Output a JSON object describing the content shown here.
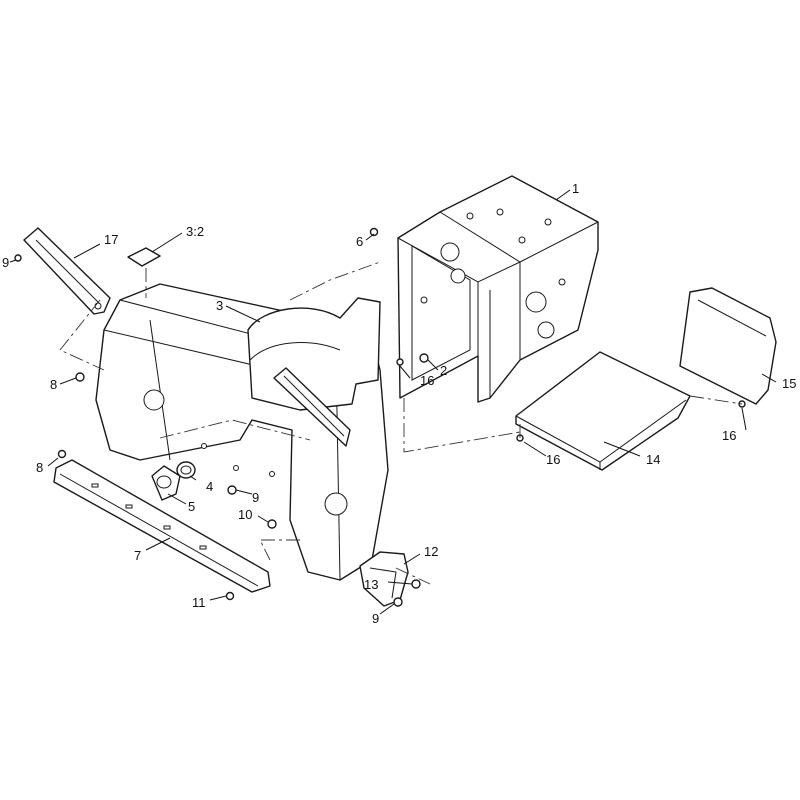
{
  "callouts": [
    {
      "id": "c1",
      "text": "1"
    },
    {
      "id": "c2",
      "text": "2"
    },
    {
      "id": "c3",
      "text": "3"
    },
    {
      "id": "c32",
      "text": "3:2"
    },
    {
      "id": "c4",
      "text": "4"
    },
    {
      "id": "c5",
      "text": "5"
    },
    {
      "id": "c6",
      "text": "6"
    },
    {
      "id": "c7",
      "text": "7"
    },
    {
      "id": "c8a",
      "text": "8"
    },
    {
      "id": "c8b",
      "text": "8"
    },
    {
      "id": "c9a",
      "text": "9"
    },
    {
      "id": "c9b",
      "text": "9"
    },
    {
      "id": "c9c",
      "text": "9"
    },
    {
      "id": "c10",
      "text": "10"
    },
    {
      "id": "c11",
      "text": "11"
    },
    {
      "id": "c12",
      "text": "12"
    },
    {
      "id": "c13",
      "text": "13"
    },
    {
      "id": "c14",
      "text": "14"
    },
    {
      "id": "c15",
      "text": "15"
    },
    {
      "id": "c16a",
      "text": "16"
    },
    {
      "id": "c16b",
      "text": "16"
    },
    {
      "id": "c16c",
      "text": "16"
    },
    {
      "id": "c17",
      "text": "17"
    }
  ]
}
